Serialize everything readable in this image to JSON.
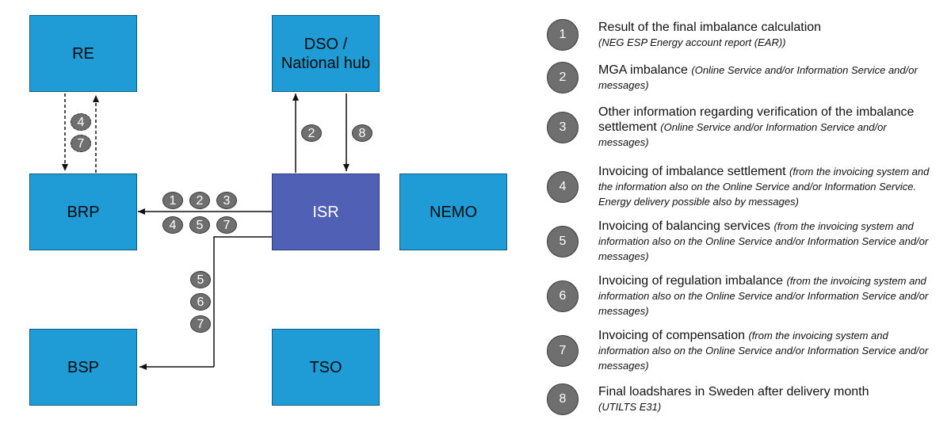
{
  "boxes": {
    "re": "RE",
    "dso_line1": "DSO /",
    "dso_line2": "National hub",
    "brp": "BRP",
    "isr": "ISR",
    "nemo": "NEMO",
    "bsp": "BSP",
    "tso": "TSO"
  },
  "badges": {
    "re_brp": [
      "4",
      "7"
    ],
    "isr_dso": "2",
    "dso_isr": "8",
    "isr_brp_top": [
      "1",
      "2",
      "3"
    ],
    "isr_brp_bottom": [
      "4",
      "5",
      "7"
    ],
    "isr_bsp": [
      "5",
      "6",
      "7"
    ]
  },
  "legend": [
    {
      "num": "1",
      "title": "Result of the final imbalance calculation",
      "detail": "(NEG ESP Energy account report (EAR))"
    },
    {
      "num": "2",
      "title": "MGA imbalance",
      "detail": "(Online Service and/or Information Service and/or messages)"
    },
    {
      "num": "3",
      "title": "Other information regarding verification of the imbalance settlement",
      "detail": "(Online Service and/or Information Service and/or messages)"
    },
    {
      "num": "4",
      "title": "Invoicing of imbalance settlement",
      "detail": "(from the invoicing system and the information also on the Online Service and/or Information Service. Energy delivery possible also by messages)"
    },
    {
      "num": "5",
      "title": "Invoicing of balancing services",
      "detail": "(from the invoicing system and information also on the Online Service and/or Information Service and/or messages)"
    },
    {
      "num": "6",
      "title": "Invoicing of regulation imbalance",
      "detail": "(from the invoicing system and information also on the Online Service and/or Information Service and/or messages)"
    },
    {
      "num": "7",
      "title": "Invoicing of compensation",
      "detail": "(from the invoicing system and information also on the Online Service and/or Information Service and/or messages)"
    },
    {
      "num": "8",
      "title": "Final loadshares in Sweden after delivery month",
      "detail": "(UTILTS E31)"
    }
  ]
}
